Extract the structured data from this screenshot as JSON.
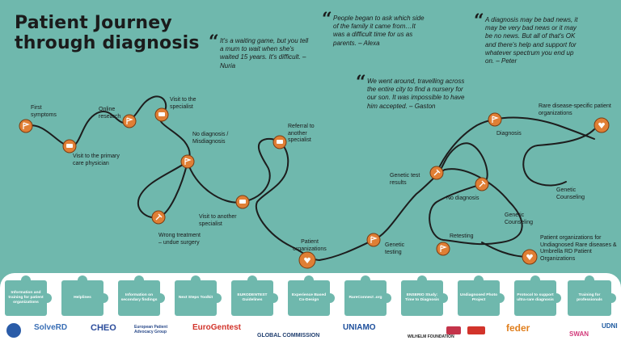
{
  "title_line1": "Patient Journey",
  "title_line2": "through diagnosis",
  "quotes": {
    "nuria": "It's a waiting game, but you tell a mum to wait when she's waited 15 years. It's difficult. – Nuria",
    "alexa": "People began to ask which side of the family it came from…It was a difficult time for us as parents. – Alexa",
    "gaston": "We went around, travelling across the entire city to find a nursery for our son. It was impossible to have him accepted. – Gaston",
    "peter": "A diagnosis may be bad news, it may be very bad news or it may be no news. But all of that's OK and there's help and support for whatever spectrum you end up on. – Peter"
  },
  "steps": {
    "first_symptoms": "First symptoms",
    "primary_care": "Visit to the primary care physician",
    "online_research": "Online research",
    "specialist": "Visit to the specialist",
    "no_diagnosis_mis": "No diagnosis / Misdiagnosis",
    "wrong_treatment": "Wrong treatment – undue surgery",
    "another_specialist": "Visit to another specialist",
    "referral": "Referral to another specialist",
    "patient_orgs": "Patient organizations",
    "genetic_testing": "Genetic testing",
    "genetic_test_results": "Genetic test results",
    "no_diagnosis": "No diagnosis",
    "retesting": "Retesting",
    "genetic_counseling_mid": "Genetic Counseling",
    "diagnosis": "Diagnosis",
    "genetic_counseling_top": "Genetic Counseling",
    "rare_disease_orgs": "Rare disease-specific patient organizations",
    "undiagnosed_orgs": "Patient organizations for Undiagnosed Rare diseases & Umbrella RD Patient Organizations"
  },
  "resources": [
    "Information and training for patient organizations",
    "Helplines",
    "Information on secondary findings",
    "Next Steps Toolkit",
    "EURODENTEST Guidelines",
    "Experience Based Co-Design",
    "RareConnect .org",
    "ENSERIO Study: Time to Diagnosis",
    "Undiagnosed Photo Project",
    "Protocol to support ultra-rare diagnosis",
    "Training for professionals"
  ],
  "logos": [
    "SolveRD",
    "CHEO",
    "European Patient Advocacy Group",
    "EuroGentest",
    "GLOBAL COMMISSION",
    "UNIAMO",
    "WILHELM FOUNDATION",
    "feder",
    "SWAN",
    "UDNI"
  ],
  "colors": {
    "background": "#6fb8ad",
    "node": "#e07f35",
    "path": "#1d1d1d"
  },
  "icons": {
    "flag": "flag-icon",
    "speech": "speech-bubble-icon",
    "pin": "pushpin-icon",
    "heart": "heart-hands-icon",
    "quote": "quote-mark-icon"
  }
}
